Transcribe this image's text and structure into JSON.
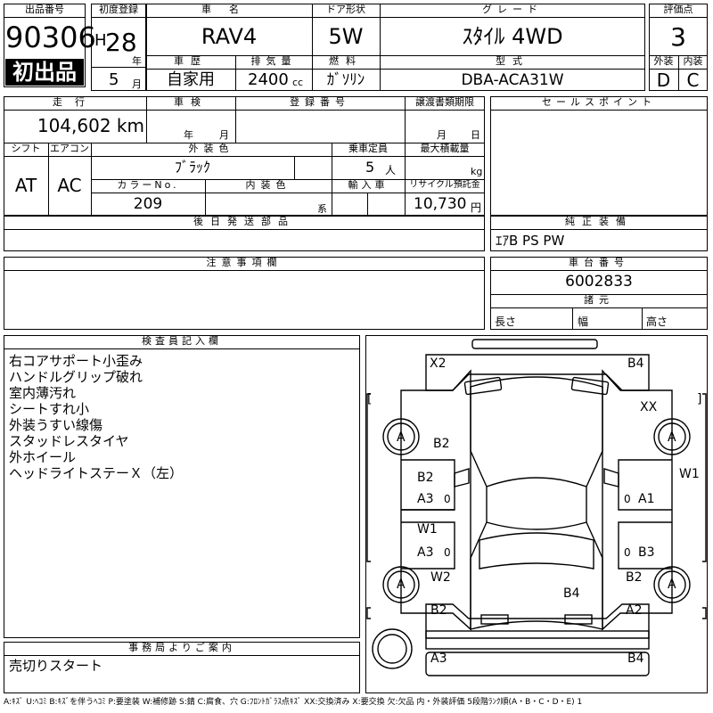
{
  "header": {
    "lot_label": "出品番号",
    "lot_number": "90306",
    "first_listing": "初出品",
    "first_reg_label": "初度登録",
    "era": "H",
    "year": "28",
    "year_unit": "年",
    "month": "5",
    "month_unit": "月",
    "car_name_label": "車名",
    "car_name": "RAV4",
    "door_label": "ドア形状",
    "door": "5W",
    "grade_label": "グレード",
    "grade": "ｽﾀｲﾙ 4WD",
    "score_label": "評価点",
    "score": "3",
    "history_label": "車歴",
    "history": "自家用",
    "displacement_label": "排気量",
    "displacement": "2400",
    "displacement_unit": "cc",
    "fuel_label": "燃料",
    "fuel": "ｶﾞｿﾘﾝ",
    "model_label": "型式",
    "model": "DBA-ACA31W",
    "ext_label": "外装",
    "int_label": "内装",
    "ext_grade": "D",
    "int_grade": "C"
  },
  "row2": {
    "mileage_label": "走行",
    "mileage": "104,602 km",
    "inspection_label": "車検",
    "insp_year_unit": "年",
    "insp_month_unit": "月",
    "reg_no_label": "登録番号",
    "transfer_label": "譲渡書類期限",
    "transfer_month_unit": "月",
    "transfer_day_unit": "日",
    "sales_point_label": "セールスポイント",
    "shift_label": "シフト",
    "aircon_label": "エアコン",
    "exterior_color_label": "外装色",
    "capacity_label": "乗車定員",
    "max_load_label": "最大積載量",
    "shift": "AT",
    "aircon": "AC",
    "exterior_color": "ﾌﾞﾗｯｸ",
    "capacity": "5",
    "capacity_unit": "人",
    "max_load_unit": "kg",
    "color_no_label": "カラーNo.",
    "interior_color_label": "内装色",
    "import_label": "輸入車",
    "recycle_label": "リサイクル預託金",
    "color_no": "209",
    "interior_color_unit": "系",
    "recycle": "10,730",
    "recycle_unit": "円",
    "later_parts_label": "後日発送部品",
    "genuine_label": "純正装備",
    "genuine": "ｴｱB PS PW",
    "notes_label": "注意事項欄",
    "chassis_label": "車台番号",
    "chassis": "6002833",
    "specs_label": "諸元",
    "length_label": "長さ",
    "width_label": "幅",
    "height_label": "高さ"
  },
  "inspector": {
    "label": "検査員記入欄",
    "lines": [
      "右コアサポート小歪み",
      "ハンドルグリップ破れ",
      "室内薄汚れ",
      "シートすれ小",
      "外装うすい線傷",
      "スタッドレスタイヤ",
      "外ホイール",
      "ヘッドライトステーＸ（左）"
    ]
  },
  "office": {
    "label": "事務局よりご案内",
    "text": "売切りスタート"
  },
  "damage_map": {
    "front_left": "X2",
    "front_right": "B4",
    "right_front": "XX",
    "tire_a": "A",
    "hood_left": "B2",
    "left_front_door_1": "B2",
    "left_front_door_2": "A3",
    "right_front_door": "A1",
    "right_mid": "W1",
    "left_rear_door_1": "W1",
    "left_rear_door_2": "A3",
    "right_rear_door": "B3",
    "left_rear_quarter": "W2",
    "right_rear_quarter": "B2",
    "roof_rear": "B4",
    "rear_left": "B2",
    "rear_right": "A2",
    "back_left": "A3",
    "back_right": "B4",
    "zero": "0"
  },
  "legend": "A:ｷｽﾞ U:ﾍｺﾐ B:ｷｽﾞを伴うﾍｺﾐ P:要塗装 W:補修跡 S:錆 C:腐食、穴 G:ﾌﾛﾝﾄｶﾞﾗｽ点ｷｽﾞ XX:交換済み X:要交換 欠:欠品 内・外装評価 5段階ﾗﾝｸ順(A・B・C・D・E) 1"
}
